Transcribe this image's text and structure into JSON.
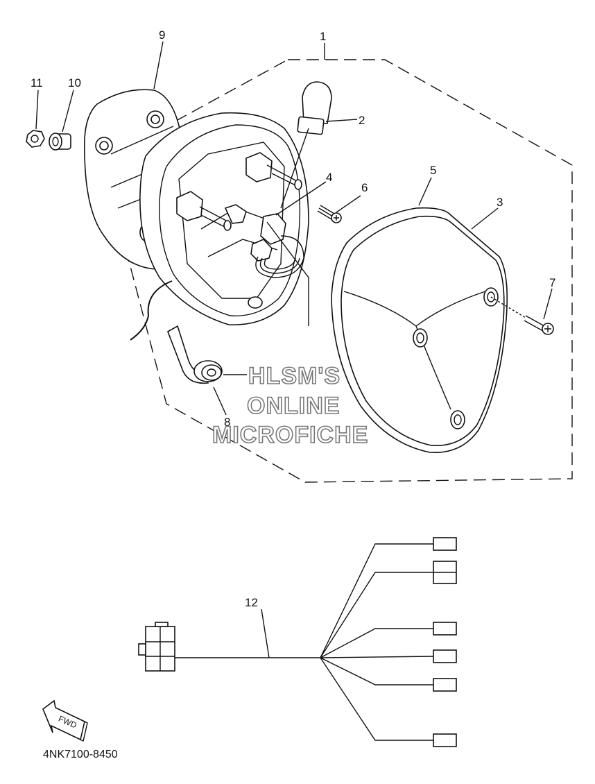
{
  "callouts": [
    {
      "id": "1",
      "text": "1"
    },
    {
      "id": "2",
      "text": "2"
    },
    {
      "id": "3",
      "text": "3"
    },
    {
      "id": "4",
      "text": "4"
    },
    {
      "id": "5",
      "text": "5"
    },
    {
      "id": "6",
      "text": "6"
    },
    {
      "id": "7",
      "text": "7"
    },
    {
      "id": "8",
      "text": "8"
    },
    {
      "id": "9",
      "text": "9"
    },
    {
      "id": "10",
      "text": "10"
    },
    {
      "id": "11",
      "text": "11"
    },
    {
      "id": "12",
      "text": "12"
    }
  ],
  "watermark": {
    "line1": "HLSM'S",
    "line2": "ONLINE",
    "line3": "MICROFICHE"
  },
  "fwd_label": "FWD",
  "diagram_code": "4NK7100-8450"
}
